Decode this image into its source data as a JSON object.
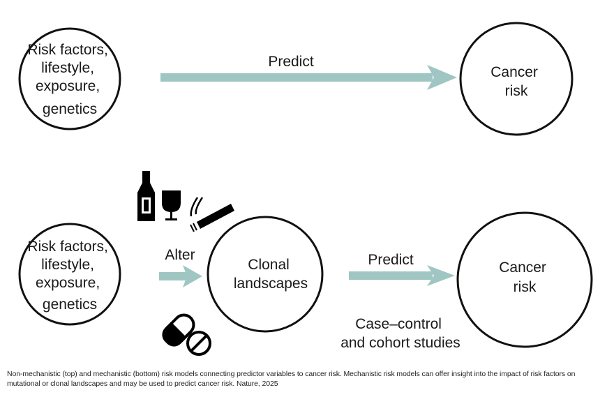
{
  "top_model": {
    "left_node": [
      "Risk factors,",
      "lifestyle,",
      "exposure,",
      "genetics"
    ],
    "arrow_label": "Predict",
    "right_node": [
      "Cancer",
      "risk"
    ]
  },
  "bottom_model": {
    "left_node": [
      "Risk factors,",
      "lifestyle,",
      "exposure,",
      "genetics"
    ],
    "alter_label": "Alter",
    "middle_node": [
      "Clonal",
      "landscapes"
    ],
    "predict_label": "Predict",
    "right_node": [
      "Cancer",
      "risk"
    ],
    "study_label": [
      "Case–control",
      "and cohort studies"
    ],
    "icons": [
      "wine-bottle-icon",
      "wine-glass-icon",
      "cigarette-icon",
      "pill-capsule-icon",
      "prohibited-tablet-icon"
    ]
  },
  "colors": {
    "arrow": "#9fc6c2",
    "stroke": "#111111"
  },
  "caption": "Non-mechanistic (top) and mechanistic (bottom) risk models connecting predictor variables to cancer risk. Mechanistic risk models can offer insight into the impact of risk factors on mutational or clonal landscapes and may be used to predict cancer risk. Nature, 2025"
}
